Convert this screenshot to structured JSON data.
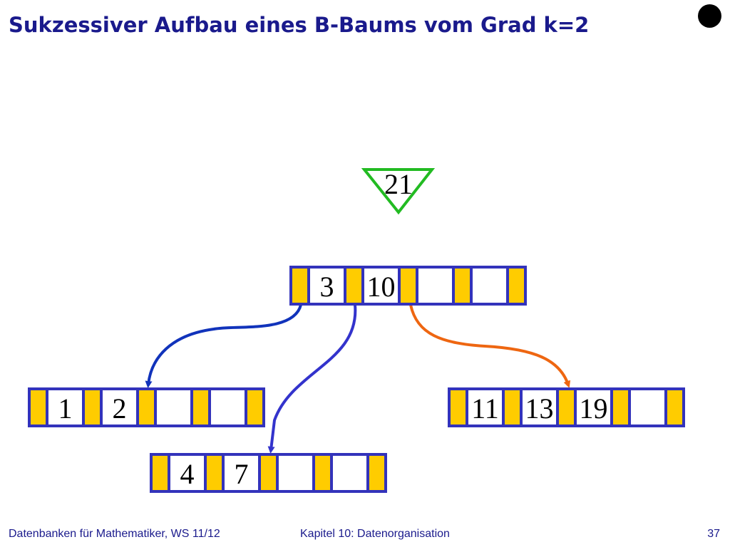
{
  "slide": {
    "title": "Sukzessiver Aufbau eines B-Baums vom Grad k=2"
  },
  "insert": {
    "key": "21",
    "color": "#22bb22"
  },
  "tree": {
    "root": {
      "keys": [
        "3",
        "10",
        "",
        ""
      ]
    },
    "children": [
      {
        "keys": [
          "1",
          "2",
          "",
          ""
        ]
      },
      {
        "keys": [
          "4",
          "7",
          "",
          ""
        ]
      },
      {
        "keys": [
          "11",
          "13",
          "19",
          ""
        ]
      }
    ]
  },
  "colors": {
    "node_border": "#3333bb",
    "pointer_fill": "#ffcc00",
    "edge_blue_1": "#1133bb",
    "edge_blue_2": "#3333cc",
    "edge_orange": "#ee6611",
    "title": "#1a1a8c"
  },
  "footer": {
    "left": "Datenbanken für Mathematiker, WS 11/12",
    "center": "Kapitel 10: Datenorganisation",
    "page": "37"
  }
}
